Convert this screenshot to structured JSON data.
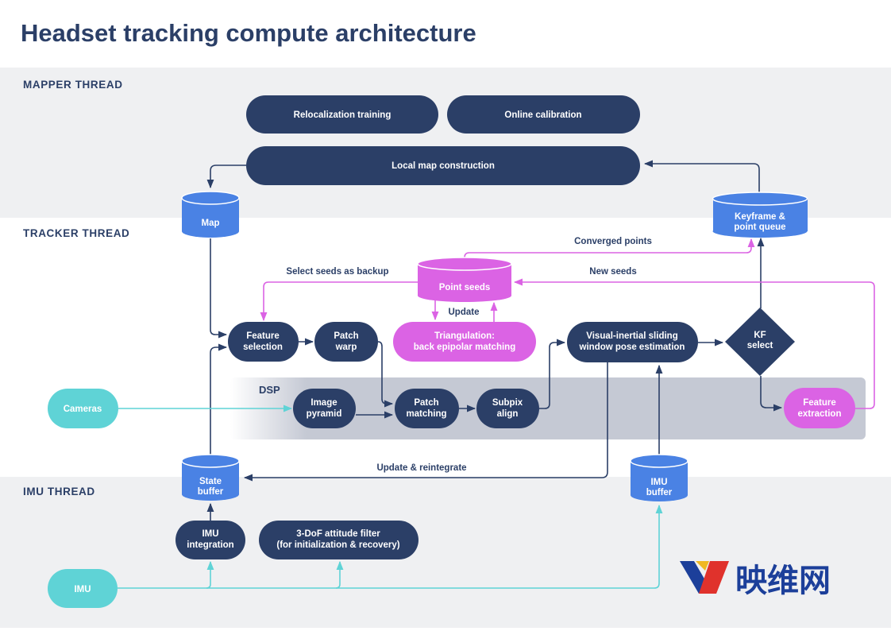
{
  "title": "Headset tracking compute architecture",
  "sections": {
    "mapper": "MAPPER THREAD",
    "tracker": "TRACKER THREAD",
    "imu": "IMU THREAD",
    "dsp": "DSP"
  },
  "nodes": {
    "relocalization": "Relocalization training",
    "online_calibration": "Online calibration",
    "local_map": "Local map construction",
    "map": "Map",
    "keyframe_queue": [
      "Keyframe &",
      "point queue"
    ],
    "point_seeds": "Point seeds",
    "feature_selection": [
      "Feature",
      "selection"
    ],
    "patch_warp": [
      "Patch",
      "warp"
    ],
    "triangulation": [
      "Triangulation:",
      "back epipolar matching"
    ],
    "vio": [
      "Visual-inertial sliding",
      "window pose estimation"
    ],
    "kf_select": [
      "KF",
      "select"
    ],
    "cameras": "Cameras",
    "image_pyramid": [
      "Image",
      "pyramid"
    ],
    "patch_matching": [
      "Patch",
      "matching"
    ],
    "subpix_align": [
      "Subpix",
      "align"
    ],
    "feature_extraction": [
      "Feature",
      "extraction"
    ],
    "state_buffer": [
      "State",
      "buffer"
    ],
    "imu_buffer": [
      "IMU",
      "buffer"
    ],
    "imu_integration": [
      "IMU",
      "integration"
    ],
    "attitude_filter": [
      "3-DoF attitude filter",
      "(for initialization & recovery)"
    ],
    "imu": "IMU"
  },
  "edge_labels": {
    "converged_points": "Converged points",
    "select_seeds": "Select seeds as backup",
    "new_seeds": "New seeds",
    "update": "Update",
    "update_reintegrate": "Update & reintegrate"
  },
  "logo": {
    "text": "映维网"
  },
  "colors": {
    "navy": "#2b3f67",
    "blue": "#4a82e4",
    "magenta": "#db63e4",
    "teal": "#5fd3d6",
    "band": "#eff0f2",
    "dsp": "#c5c9d4"
  }
}
